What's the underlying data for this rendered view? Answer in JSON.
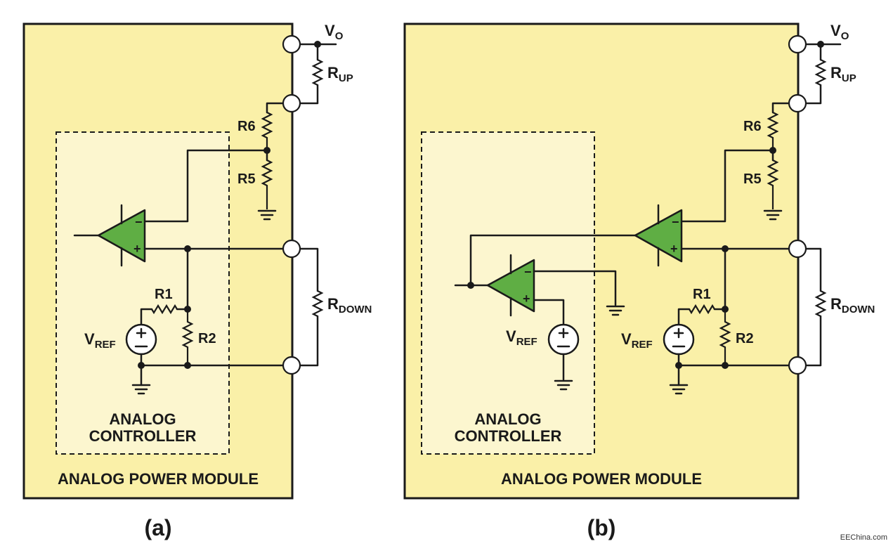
{
  "panels": [
    {
      "id": "a",
      "caption": "(a)",
      "module_label": "ANALOG POWER MODULE",
      "controller_label": [
        "ANALOG",
        "CONTROLLER"
      ],
      "labels": {
        "vo_main": "V",
        "vo_sub": "O",
        "rup_main": "R",
        "rup_sub": "UP",
        "rdown_main": "R",
        "rdown_sub": "DOWN",
        "r6": "R6",
        "r5": "R5",
        "r1": "R1",
        "r2": "R2",
        "vref_main": "V",
        "vref_sub": "REF"
      }
    },
    {
      "id": "b",
      "caption": "(b)",
      "module_label": "ANALOG POWER MODULE",
      "controller_label": [
        "ANALOG",
        "CONTROLLER"
      ],
      "labels": {
        "vo_main": "V",
        "vo_sub": "O",
        "rup_main": "R",
        "rup_sub": "UP",
        "rdown_main": "R",
        "rdown_sub": "DOWN",
        "r6": "R6",
        "r5": "R5",
        "r1": "R1",
        "r2": "R2",
        "vref_main": "V",
        "vref_sub": "REF",
        "vref2_main": "V",
        "vref2_sub": "REF"
      }
    }
  ],
  "watermark": "EEChina.com",
  "colors": {
    "module_fill": "#faf0a8",
    "controller_fill": "#fcf6cf",
    "opamp_fill": "#5fae44",
    "line": "#1a1a1a"
  }
}
